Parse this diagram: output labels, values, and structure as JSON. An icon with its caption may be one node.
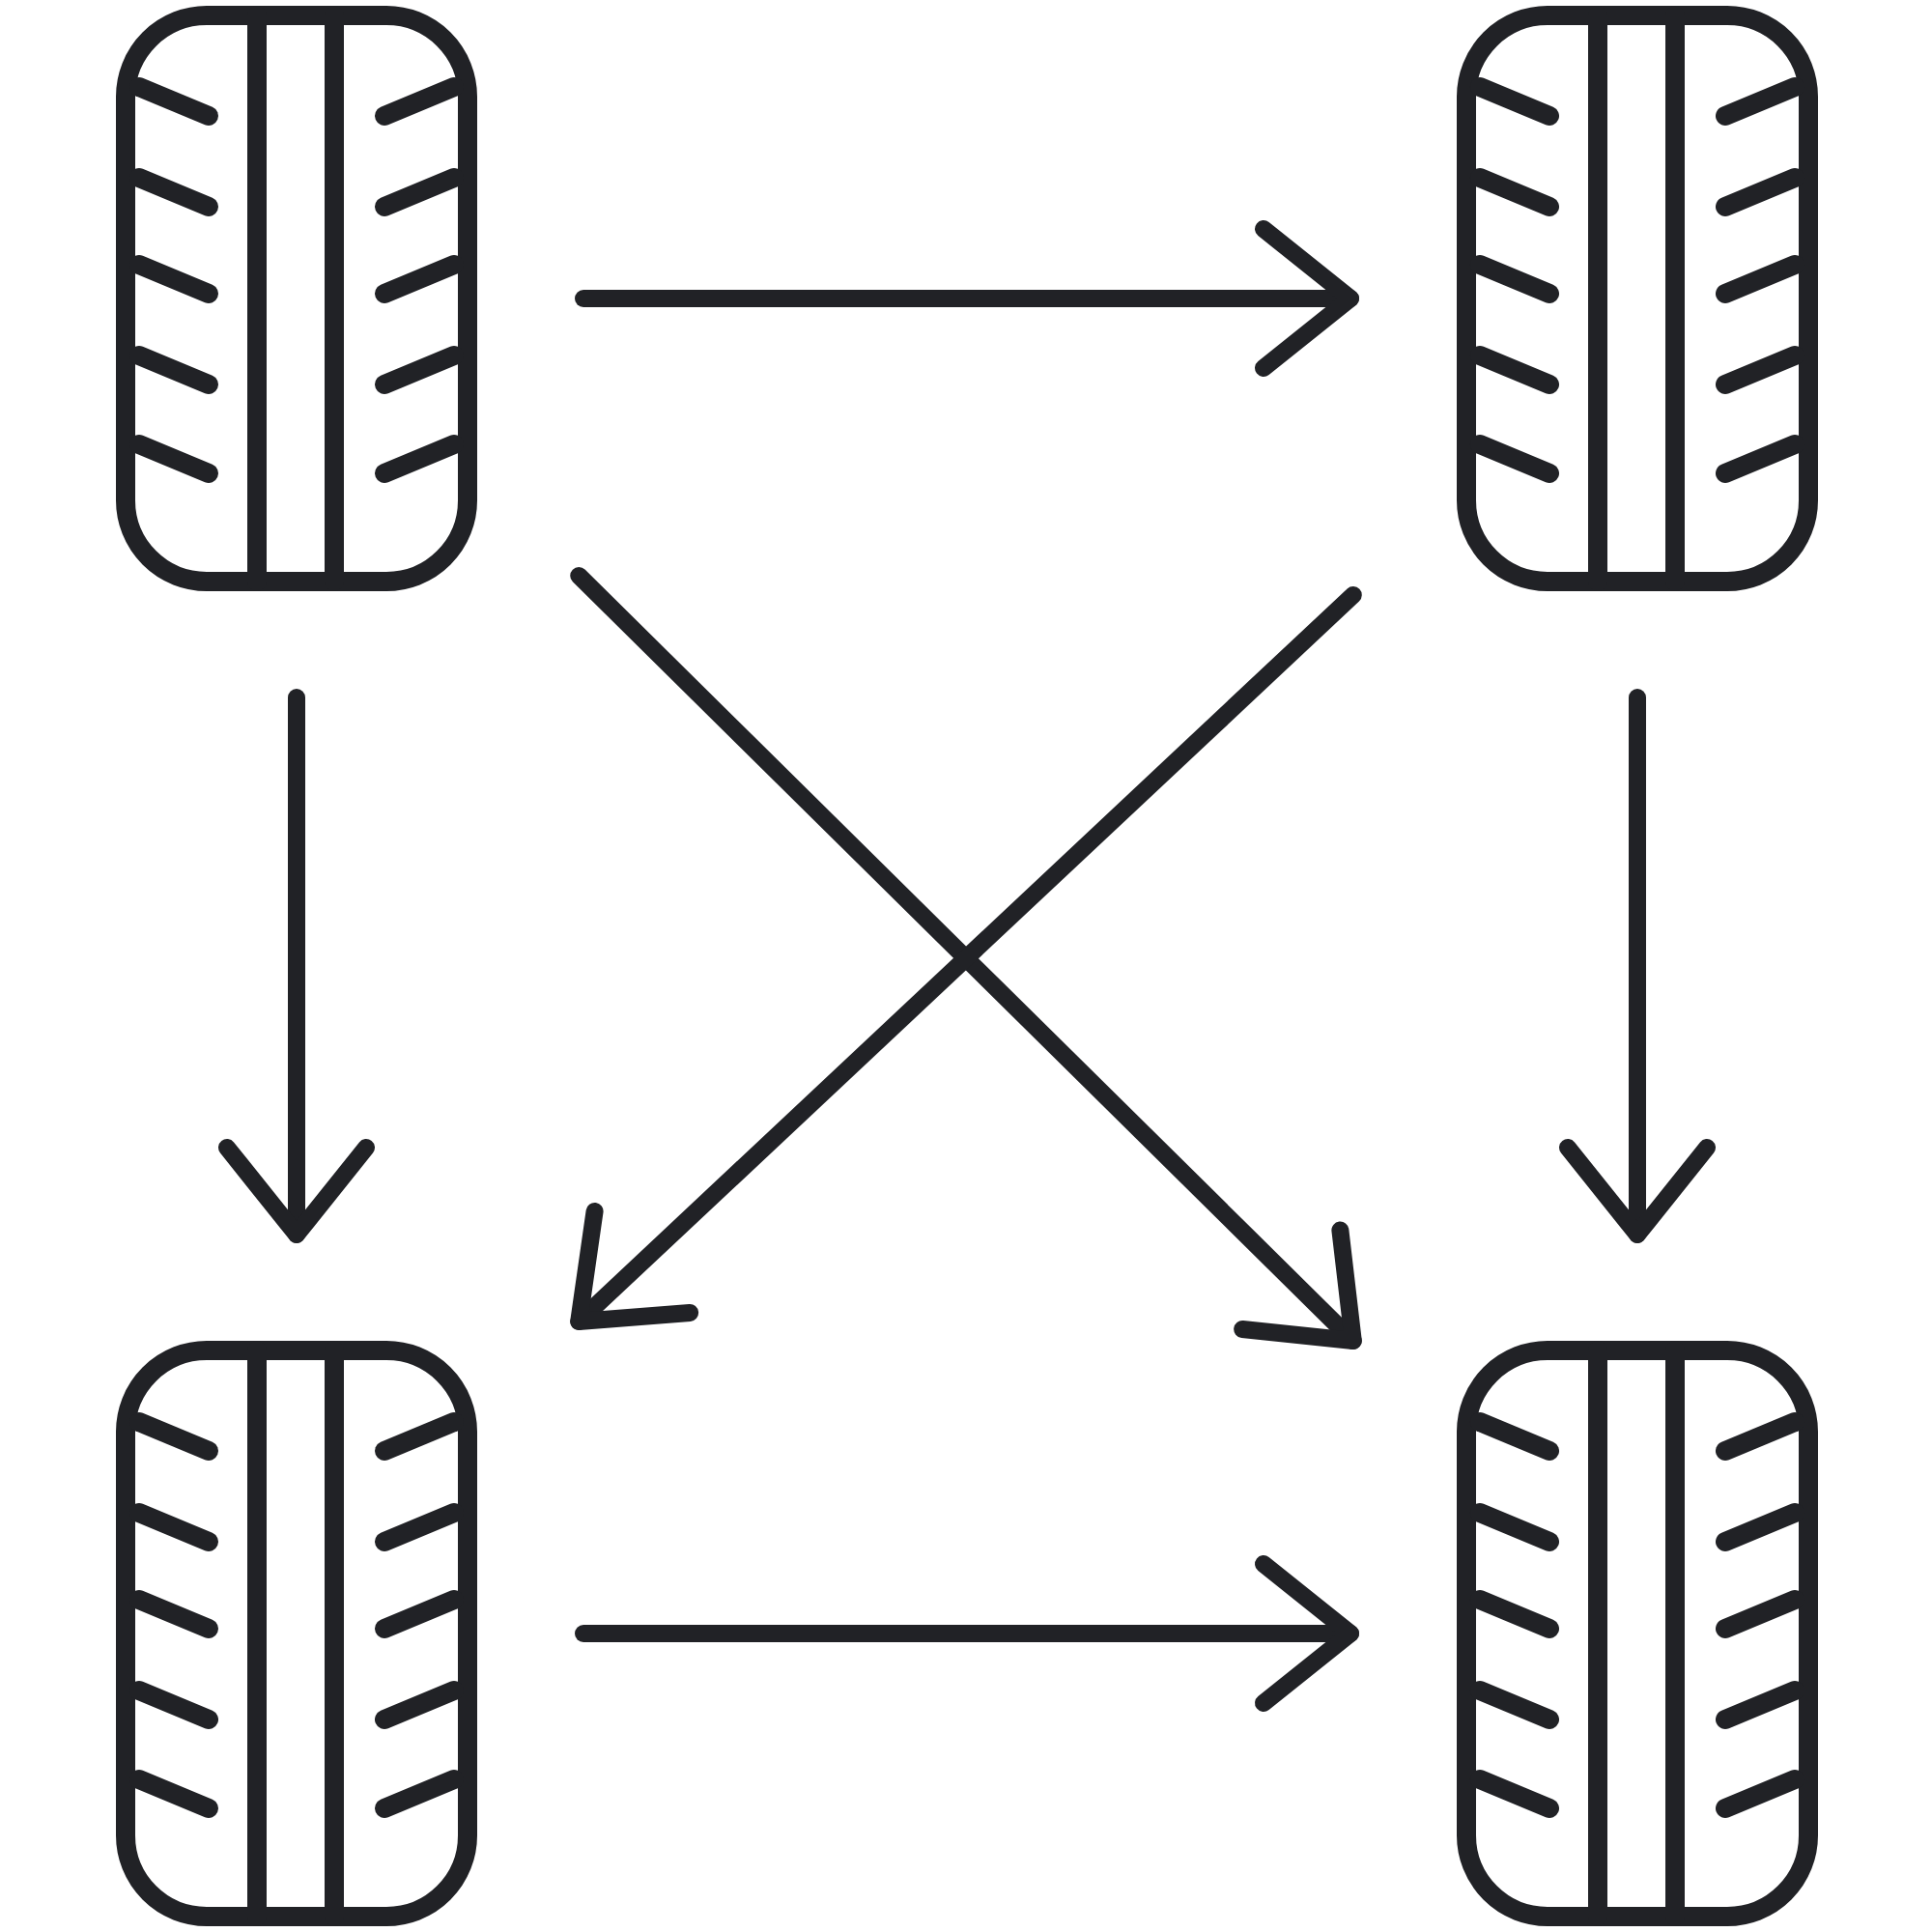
{
  "diagram": {
    "nodes": [
      {
        "text": [],
        "shape": "tire"
      },
      {
        "text": [],
        "shape": "tire"
      },
      {
        "text": [],
        "shape": "tire"
      },
      {
        "text": [],
        "shape": "tire"
      }
    ],
    "edges": [
      {
        "from": 0,
        "to": 1,
        "arrow": "to"
      },
      {
        "from": 0,
        "to": 2,
        "arrow": "to"
      },
      {
        "from": 0,
        "to": 3,
        "arrow": "to"
      },
      {
        "from": 1,
        "to": 2,
        "arrow": "to"
      },
      {
        "from": 1,
        "to": 3,
        "arrow": "to"
      },
      {
        "from": 2,
        "to": 3,
        "arrow": "to"
      }
    ]
  }
}
